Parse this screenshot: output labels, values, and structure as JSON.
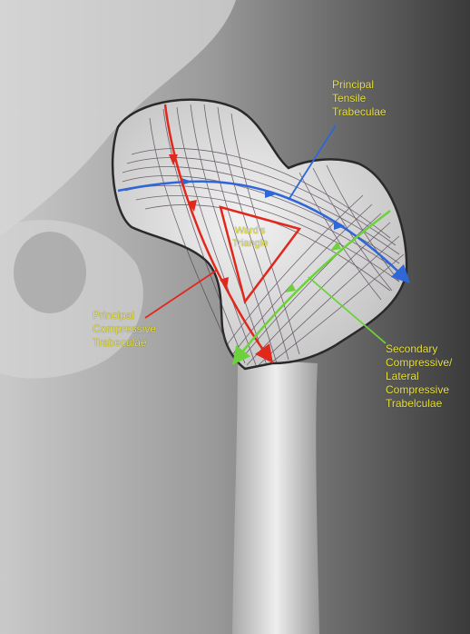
{
  "labels": {
    "tensile": "Principal\nTensile\nTrabeculae",
    "ward": "Ward's\nTriangle",
    "compressive": "Principal\nCompressive\nTrabeculae",
    "secondary": "Secondary\nCompressive/\nLateral\nCompressive\nTrabelculae"
  },
  "colors": {
    "label_text": "#e8e23a",
    "tensile_arrow": "#2f66d8",
    "compressive_arrow": "#e0281c",
    "secondary_arrow": "#6cd13a",
    "ward_triangle": "#e0281c"
  }
}
